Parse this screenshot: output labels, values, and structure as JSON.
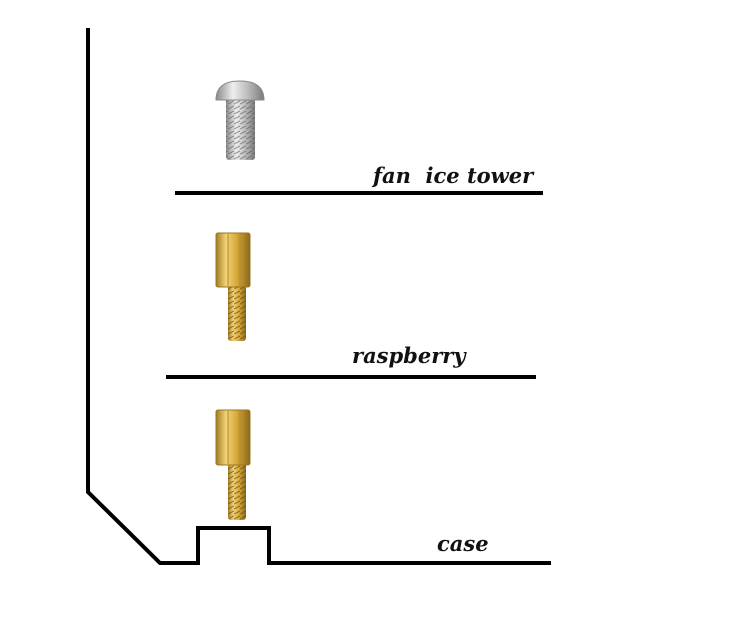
{
  "labels": {
    "fan": "fan  ice tower",
    "raspberry": "raspberry",
    "case": "case"
  },
  "colors": {
    "line": "#000000",
    "brass": "#d4a83a",
    "brass_dark": "#9a7420",
    "steel": "#c8c8c8",
    "steel_dark": "#7a7a7a"
  },
  "icons": [
    "screw-icon",
    "brass-standoff-icon",
    "brass-standoff-icon"
  ]
}
